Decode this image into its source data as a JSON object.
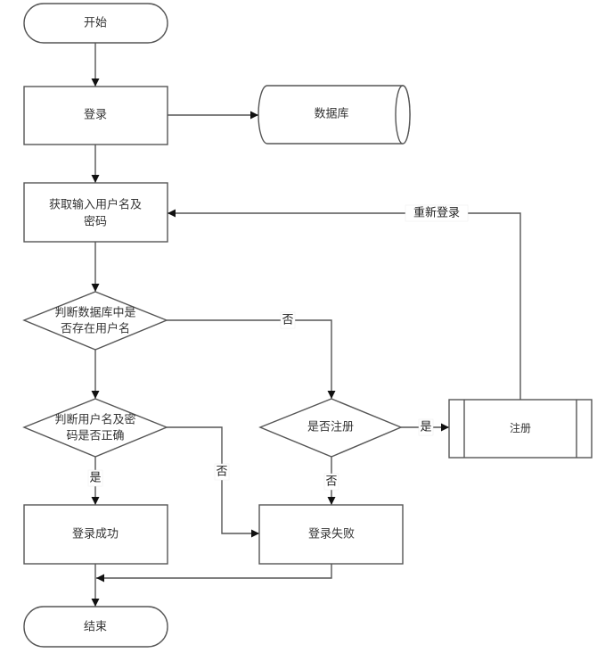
{
  "diagram": {
    "type": "flowchart",
    "nodes": {
      "start": {
        "label": "开始",
        "shape": "terminator"
      },
      "login": {
        "label": "登录",
        "shape": "process"
      },
      "database": {
        "label": "数据库",
        "shape": "database"
      },
      "get_input": {
        "label_line1": "获取输入用户名及",
        "label_line2": "密码",
        "shape": "process"
      },
      "check_user_exists": {
        "label_line1": "判断数据库中是",
        "label_line2": "否存在用户名",
        "shape": "decision"
      },
      "check_credentials": {
        "label_line1": "判断用户名及密",
        "label_line2": "码是否正确",
        "shape": "decision"
      },
      "ask_register": {
        "label": "是否注册",
        "shape": "decision"
      },
      "register": {
        "label": "注册",
        "shape": "predefined-process"
      },
      "login_success": {
        "label": "登录成功",
        "shape": "process"
      },
      "login_failed": {
        "label": "登录失败",
        "shape": "process"
      },
      "end": {
        "label": "结束",
        "shape": "terminator"
      }
    },
    "edges": [
      {
        "from": "start",
        "to": "login",
        "label": ""
      },
      {
        "from": "login",
        "to": "database",
        "label": ""
      },
      {
        "from": "login",
        "to": "get_input",
        "label": ""
      },
      {
        "from": "get_input",
        "to": "check_user_exists",
        "label": ""
      },
      {
        "from": "check_user_exists",
        "to": "ask_register",
        "label": "否"
      },
      {
        "from": "check_user_exists",
        "to": "check_credentials",
        "label": ""
      },
      {
        "from": "check_credentials",
        "to": "login_success",
        "label": "是"
      },
      {
        "from": "check_credentials",
        "to": "login_failed",
        "label": "否"
      },
      {
        "from": "ask_register",
        "to": "register",
        "label": "是"
      },
      {
        "from": "ask_register",
        "to": "login_failed",
        "label": "否"
      },
      {
        "from": "register",
        "to": "get_input",
        "label": "重新登录"
      },
      {
        "from": "login_success",
        "to": "end",
        "label": ""
      },
      {
        "from": "login_failed",
        "to": "end",
        "label": ""
      }
    ],
    "colors": {
      "stroke": "#555555",
      "text": "#333333",
      "background": "#ffffff"
    }
  }
}
